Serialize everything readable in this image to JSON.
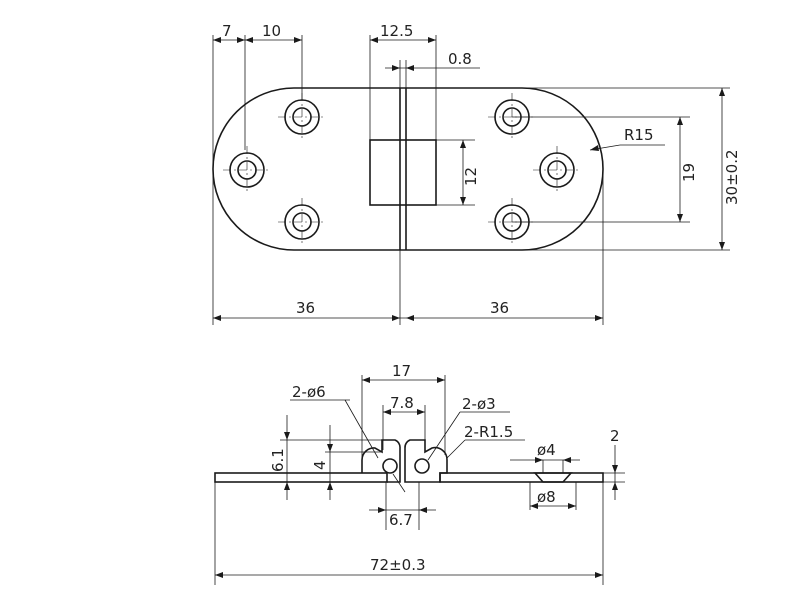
{
  "top_view": {
    "dims": {
      "d7": "7",
      "d10": "10",
      "d12_5": "12.5",
      "d0_8": "0.8",
      "d12": "12",
      "d19": "19",
      "d30": "30±0.2",
      "r15": "R15",
      "left36": "36",
      "right36": "36"
    }
  },
  "side_view": {
    "dims": {
      "d17": "17",
      "holes6": "2-ø6",
      "d7_8": "7.8",
      "holes3": "2-ø3",
      "r1_5": "2-R1.5",
      "d6_1": "6.1",
      "d4": "4",
      "d6_7": "6.7",
      "dia4": "ø4",
      "dia8": "ø8",
      "d2": "2",
      "d72": "72±0.3"
    }
  }
}
